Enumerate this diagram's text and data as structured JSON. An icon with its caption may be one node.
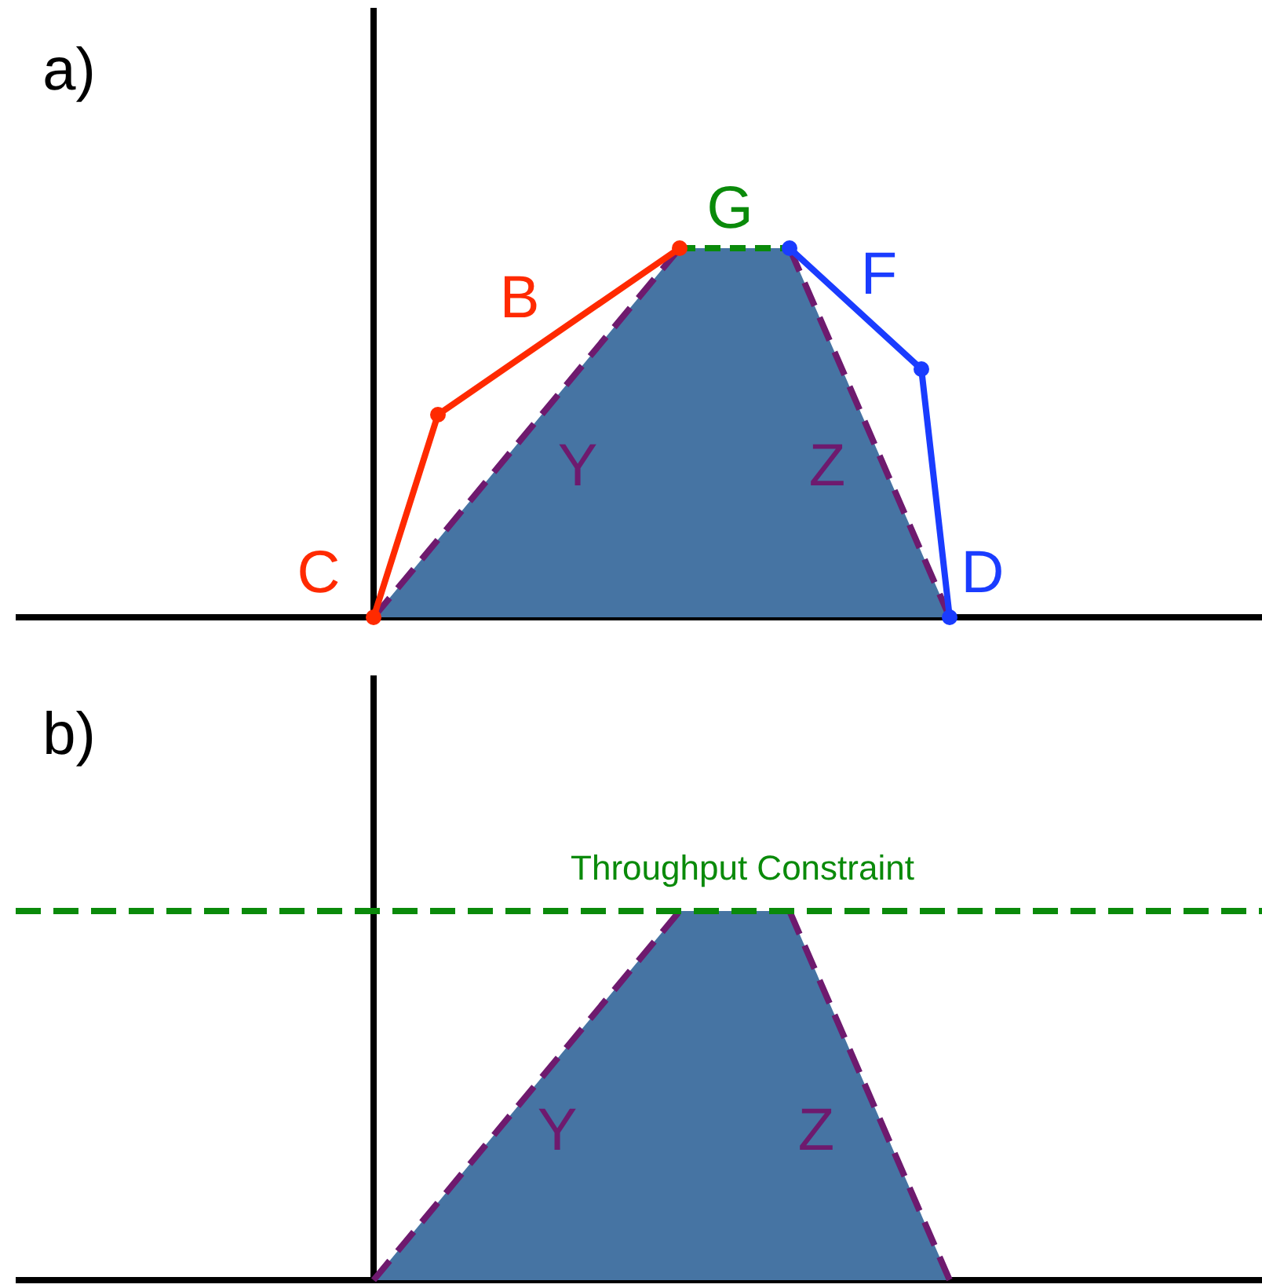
{
  "diagram": {
    "labels": [
      "a)",
      "G",
      "B",
      "F",
      "Y",
      "Z",
      "C",
      "D",
      "b)",
      "Throughput Constraint",
      "Y",
      "Z"
    ]
  }
}
